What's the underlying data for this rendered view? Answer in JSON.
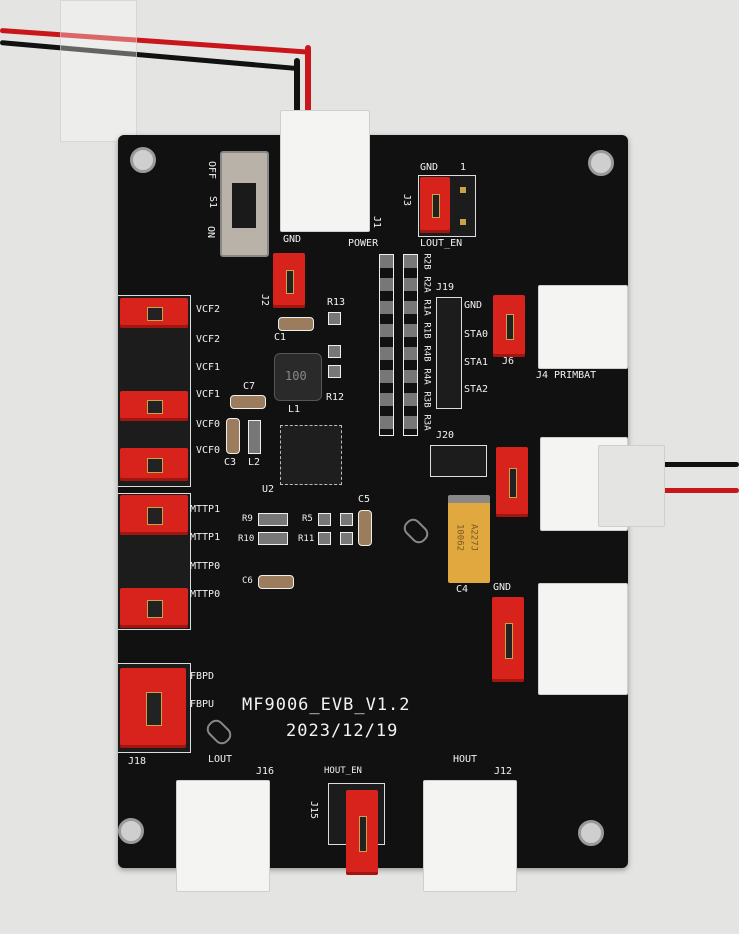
{
  "board": {
    "title": "MF9006_EVB_V1.2",
    "date": "2023/12/19",
    "colors": {
      "pcb": "#111112",
      "jumper": "#d8231d",
      "connector": "#f4f4f2",
      "silkscreen": "#f2f2f2"
    }
  },
  "labels": {
    "switch_off": "OFF",
    "switch_s1": "S1",
    "switch_on": "ON",
    "gnd_j1": "GND",
    "power": "POWER",
    "j1": "J1",
    "j3_gnd": "GND",
    "j3_pin1": "1",
    "j3": "J3",
    "lout_en": "LOUT_EN",
    "j2": "J2",
    "c1": "C1",
    "r13": "R13",
    "r12": "R12",
    "l1": "L1",
    "l1_mark": "100",
    "c7": "C7",
    "c3": "C3",
    "l2": "L2",
    "u2": "U2",
    "vcf2a": "VCF2",
    "vcf2b": "VCF2",
    "vcf1a": "VCF1",
    "vcf1b": "VCF1",
    "vcf0a": "VCF0",
    "vcf0b": "VCF0",
    "mttp1a": "MTTP1",
    "mttp1b": "MTTP1",
    "mttp0a": "MTTP0",
    "mttp0b": "MTTP0",
    "fbpd": "FBPD",
    "fbpu": "FBPU",
    "j18": "J18",
    "r2b": "R2B",
    "r2a": "R2A",
    "r1a": "R1A",
    "r1b": "R1B",
    "r4b": "R4B",
    "r4a": "R4A",
    "r3b": "R3B",
    "r3a": "R3A",
    "j19": "J19",
    "gnd_j19": "GND",
    "sta0": "STA0",
    "sta1": "STA1",
    "sta2": "STA2",
    "j6": "J6",
    "j4": "J4 PRIMBAT",
    "j20": "J20",
    "c5": "C5",
    "r9": "R9",
    "r10": "R10",
    "r5": "R5",
    "r11": "R11",
    "c6": "C6",
    "c4": "C4",
    "c4_mark1": "A227J",
    "c4_mark2": "10062",
    "gnd_right": "GND",
    "lout": "LOUT",
    "j16": "J16",
    "hout_en": "HOUT_EN",
    "j15": "J15",
    "hout": "HOUT",
    "j12": "J12"
  }
}
